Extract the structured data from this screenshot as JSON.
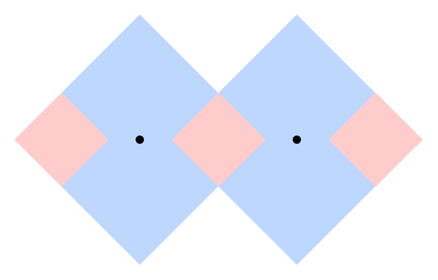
{
  "diagram": {
    "colors": {
      "background": "#ffffff",
      "square_fill": "#bdd7ff",
      "overlap_fill": "#ffcccc",
      "center_dot": "#000000"
    },
    "shapes": [
      {
        "id": "left-diamond",
        "kind": "diamond"
      },
      {
        "id": "right-diamond",
        "kind": "diamond"
      }
    ],
    "highlights": [
      {
        "id": "left-edge-highlight",
        "kind": "diamond"
      },
      {
        "id": "middle-overlap-highlight",
        "kind": "diamond"
      },
      {
        "id": "right-edge-highlight",
        "kind": "diamond"
      }
    ],
    "markers": [
      {
        "id": "left-center-dot",
        "kind": "dot"
      },
      {
        "id": "right-center-dot",
        "kind": "dot"
      }
    ]
  }
}
